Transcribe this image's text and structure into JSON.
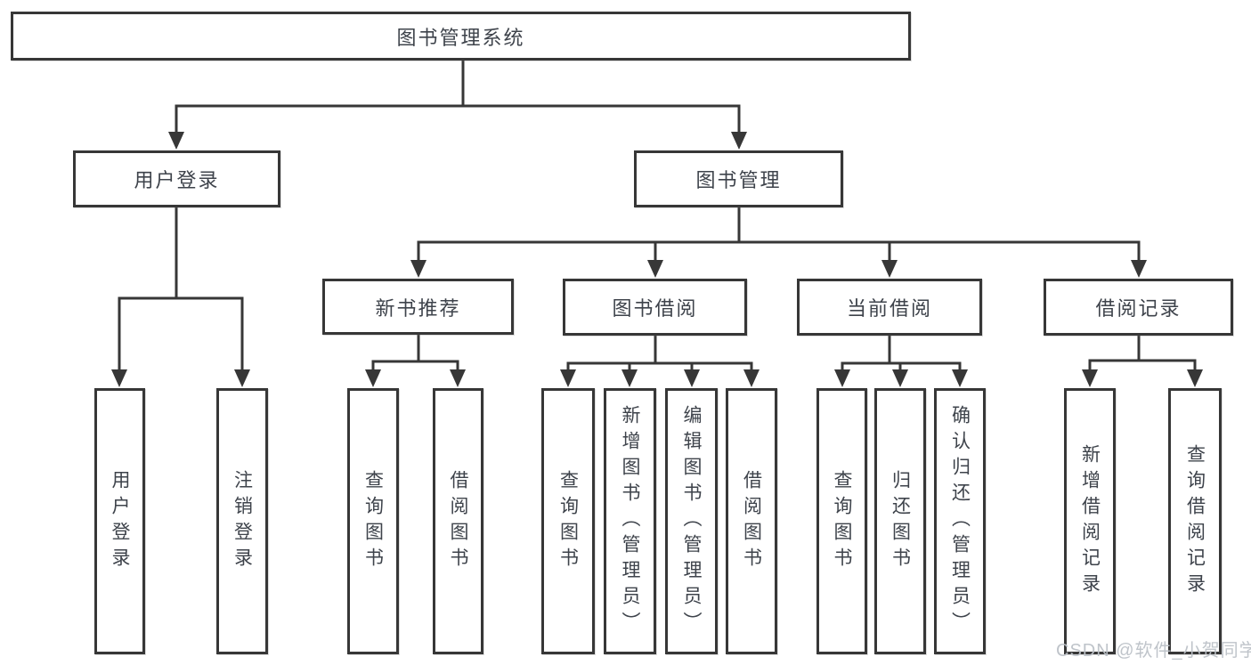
{
  "diagram_title": "图书管理系统",
  "tree": {
    "label": "图书管理系统",
    "children": [
      {
        "label": "用户登录",
        "children": [
          {
            "label": "用户登录"
          },
          {
            "label": "注销登录"
          }
        ]
      },
      {
        "label": "图书管理",
        "children": [
          {
            "label": "新书推荐",
            "children": [
              {
                "label": "查询图书"
              },
              {
                "label": "借阅图书"
              }
            ]
          },
          {
            "label": "图书借阅",
            "children": [
              {
                "label": "查询图书"
              },
              {
                "label": "新增图书（管理员）"
              },
              {
                "label": "编辑图书（管理员）"
              },
              {
                "label": "借阅图书"
              }
            ]
          },
          {
            "label": "当前借阅",
            "children": [
              {
                "label": "查询图书"
              },
              {
                "label": "归还图书"
              },
              {
                "label": "确认归还（管理员）"
              }
            ]
          },
          {
            "label": "借阅记录",
            "children": [
              {
                "label": "新增借阅记录"
              },
              {
                "label": "查询借阅记录"
              }
            ]
          }
        ]
      }
    ]
  },
  "watermark": {
    "text": "CSDN @软件_小贺同学"
  },
  "colors": {
    "line": "#373737",
    "box_border": "#373737",
    "box_fill": "#ffffff",
    "text": "#3e434b",
    "watermark": "#bcc1c7",
    "background": "#ffffff"
  }
}
